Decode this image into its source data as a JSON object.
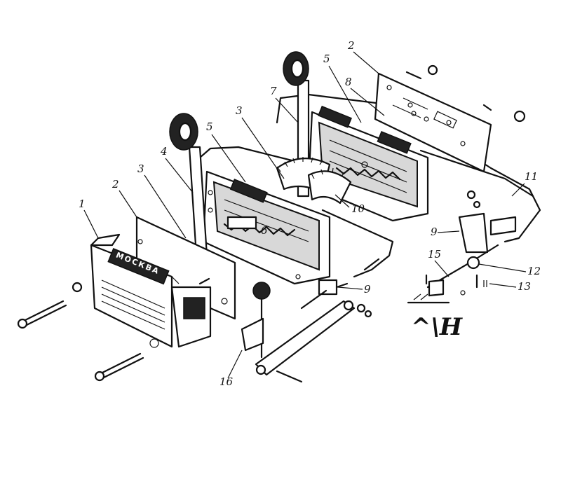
{
  "labels": {
    "l1": "1",
    "l2a": "2",
    "l2b": "2",
    "l3a": "3",
    "l3b": "3",
    "l4": "4",
    "l5a": "5",
    "l5b": "5",
    "l6": "6",
    "l7": "7",
    "l8": "8",
    "l9a": "9",
    "l9b": "9",
    "l10": "10",
    "l11": "11",
    "l12": "12",
    "l13": "13",
    "l15": "15",
    "l16": "16"
  },
  "plate_text": "МОСКВА",
  "caption_mark": "^\\H"
}
